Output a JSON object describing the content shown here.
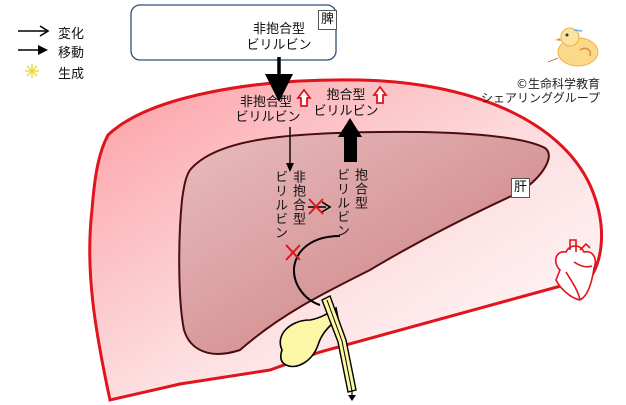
{
  "legend": {
    "items": [
      {
        "icon": "open-arrow-icon",
        "label": "変化"
      },
      {
        "icon": "filled-arrow-icon",
        "label": "移動"
      },
      {
        "icon": "sparkle-icon",
        "label": "生成"
      }
    ]
  },
  "spleen": {
    "tag": "脾",
    "bilirubin_line1": "非抱合型",
    "bilirubin_line2": "ビリルビン"
  },
  "blood": {
    "unconjugated_line1": "非抱合型",
    "unconjugated_line2": "ビリルビン",
    "conjugated_line1": "抱合型",
    "conjugated_line2": "ビリルビン",
    "increase_icon": "up-arrow-outline-icon"
  },
  "liver": {
    "tag": "肝",
    "unconjugated_vertical_a": "非抱合型",
    "unconjugated_vertical_b": "ビリルビン",
    "conjugated_vertical_a": "抱合型",
    "conjugated_vertical_b": "ビリルビン",
    "block_icon": "red-x-icon"
  },
  "credit": {
    "line1": "©生命科学教育",
    "line2": "シェアリンググループ"
  },
  "colors": {
    "outer_fill": "#fcc4c6",
    "outer_stroke": "#e0141c",
    "liver_fill": "#d79a9c",
    "liver_stroke": "#4a0e10",
    "gallbladder_fill": "#fbf7a6",
    "increase_arrow": "#e0141c",
    "spleen_border": "#2f4f7a",
    "sparkle": "#f0e040"
  }
}
